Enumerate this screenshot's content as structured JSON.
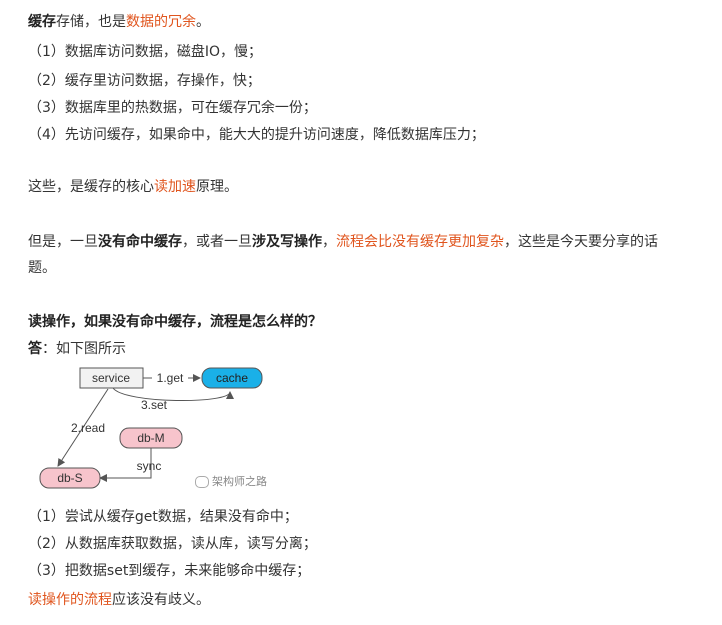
{
  "intro": {
    "bold_lead": "缓存",
    "text1": "存储，也是",
    "highlight": "数据的冗余",
    "tail": "。"
  },
  "list1": [
    "（1）数据库访问数据，磁盘IO，慢；",
    "（2）缓存里访问数据，存操作，快；",
    "（3）数据库里的热数据，可在缓存冗余一份；",
    "（4）先访问缓存，如果命中，能大大的提升访问速度，降低数据库压力；"
  ],
  "core": {
    "pre": "这些，是缓存的核心",
    "highlight": "读加速",
    "post": "原理。"
  },
  "but": {
    "p1": "但是，一旦",
    "b1": "没有命中缓存",
    "p2": "，或者一旦",
    "b2": "涉及写操作",
    "p3": "，",
    "highlight": "流程会比没有缓存更加复杂",
    "p4": "，这些是今天要分享的话",
    "line2": "题。"
  },
  "question": "读操作，如果没有命中缓存，流程是怎么样的？",
  "answer": {
    "bold": "答",
    "text": "：如下图所示"
  },
  "diagram": {
    "nodes": {
      "service": "service",
      "cache": "cache",
      "db_m": "db-M",
      "db_s": "db-S"
    },
    "edges": {
      "get": "1.get",
      "set": "3.set",
      "read": "2.read",
      "sync": "sync"
    },
    "watermark": "架构师之路",
    "colors": {
      "cache_fill": "#1ab0e8",
      "db_fill": "#f7c4cc",
      "service_fill": "#f2f2f2"
    }
  },
  "list2": [
    "（1）尝试从缓存get数据，结果没有命中；",
    "（2）从数据库获取数据，读从库，读写分离；",
    "（3）把数据set到缓存，未来能够命中缓存；"
  ],
  "closing": {
    "highlight": "读操作的流程",
    "text": "应该没有歧义。"
  }
}
